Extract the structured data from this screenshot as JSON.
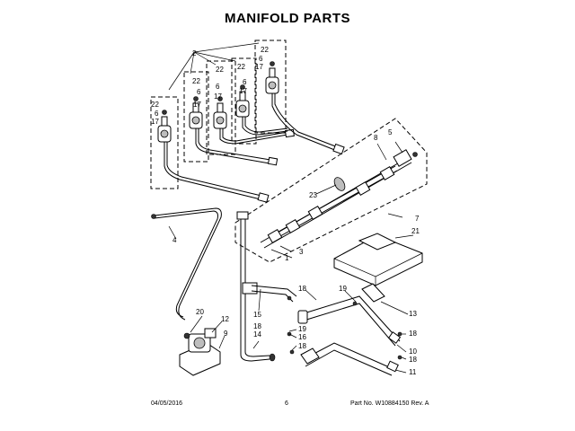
{
  "title": "MANIFOLD PARTS",
  "footer": {
    "date": "04/05/2016",
    "page": "6",
    "part_no": "Part No. W10884150  Rev. A"
  },
  "callouts": {
    "c2": "2",
    "c22a": "22",
    "c6a": "6",
    "c17a": "17",
    "c22b": "22",
    "c6b": "6",
    "c17b": "17",
    "c22c": "22",
    "c6c": "6",
    "c17c": "17",
    "c22d": "22",
    "c6d": "6",
    "c17d": "17",
    "c22e": "22",
    "c6e": "6",
    "c17e": "17",
    "c8": "8",
    "c5": "5",
    "c23": "23",
    "c7": "7",
    "c21": "21",
    "c3": "3",
    "c1": "1",
    "c4": "4",
    "c18a": "18",
    "c19a": "19",
    "c13": "13",
    "c15": "15",
    "c18b": "18",
    "c19b": "19",
    "c16": "16",
    "c18c": "18",
    "c14": "14",
    "c20": "20",
    "c12": "12",
    "c9": "9",
    "c18d": "18",
    "c10": "10",
    "c18e": "18",
    "c11": "11"
  }
}
